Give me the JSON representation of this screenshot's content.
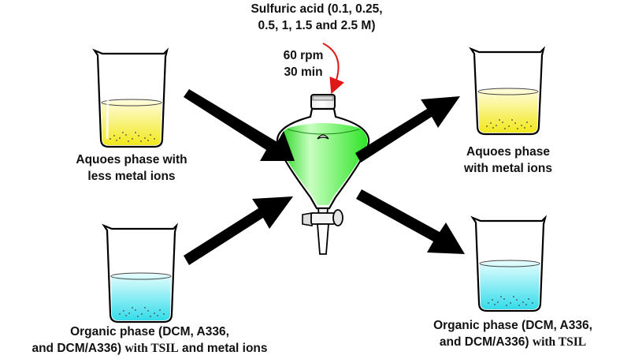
{
  "top_label": {
    "line1": "Sulfuric acid (0.1, 0.25,",
    "line2": "0.5, 1, 1.5 and 2.5 M)"
  },
  "conditions": {
    "speed": "60 rpm",
    "time": "30 min"
  },
  "beakers": {
    "top_left": {
      "line1": "Aquoes phase with",
      "line2": "less metal ions"
    },
    "bottom_left": {
      "line1": "Organic phase (DCM, A336,",
      "line2_a": "and DCM/A336) ",
      "line2_b": "with TSIL",
      "line2_c": " and metal ions"
    },
    "top_right": {
      "line1": "Aquoes phase",
      "line2": "with metal ions"
    },
    "bottom_right": {
      "line1": "Organic phase (DCM, A336,",
      "line2_a": "and DCM/A336) ",
      "line2_b": "with TSIL"
    }
  },
  "colors": {
    "aqueous": "#f2e81c",
    "organic": "#35dcea",
    "funnel_liquid": "#33e02b",
    "curve_arrow": "#e01818",
    "arrow": "#000000"
  }
}
